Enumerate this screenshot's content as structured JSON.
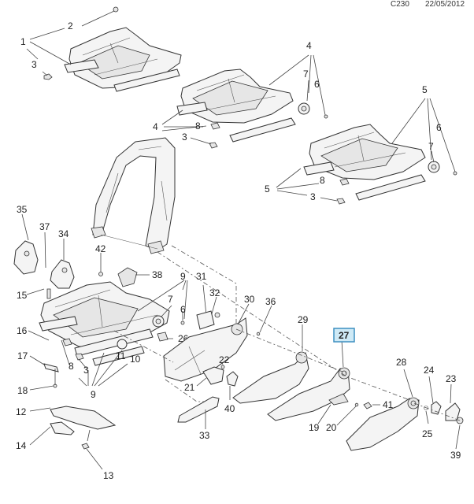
{
  "header": {
    "diagram_code": "C230",
    "date": "22/05/2012"
  },
  "highlight": {
    "selected_callout": "27",
    "color": "#cfeaf6",
    "border_color": "#3d8fc0"
  },
  "callouts": {
    "c1": "1",
    "c2": "2",
    "c3a": "3",
    "c4a": "4",
    "c7a": "7",
    "c6a": "6",
    "c4b": "4",
    "c8a": "8",
    "c3b": "3",
    "c5a": "5",
    "c6b": "6",
    "c7b": "7",
    "c8b": "8",
    "c5b": "5",
    "c3c": "3",
    "c35": "35",
    "c37": "37",
    "c34": "34",
    "c42": "42",
    "c38": "38",
    "c9a": "9",
    "c31": "31",
    "c32": "32",
    "c7c": "7",
    "c6c": "6",
    "c15": "15",
    "c30": "30",
    "c36": "36",
    "c29": "29",
    "c27": "27",
    "c16": "16",
    "c26": "26",
    "c22": "22",
    "c17": "17",
    "c8c": "8",
    "c3d": "3",
    "c11": "11",
    "c10": "10",
    "c21": "21",
    "c40": "40",
    "c9b": "9",
    "c18": "18",
    "c28": "28",
    "c24": "24",
    "c23": "23",
    "c41": "41",
    "c19": "19",
    "c20": "20",
    "c25": "25",
    "c12": "12",
    "c14": "14",
    "c33": "33",
    "c39": "39",
    "c13": "13"
  }
}
